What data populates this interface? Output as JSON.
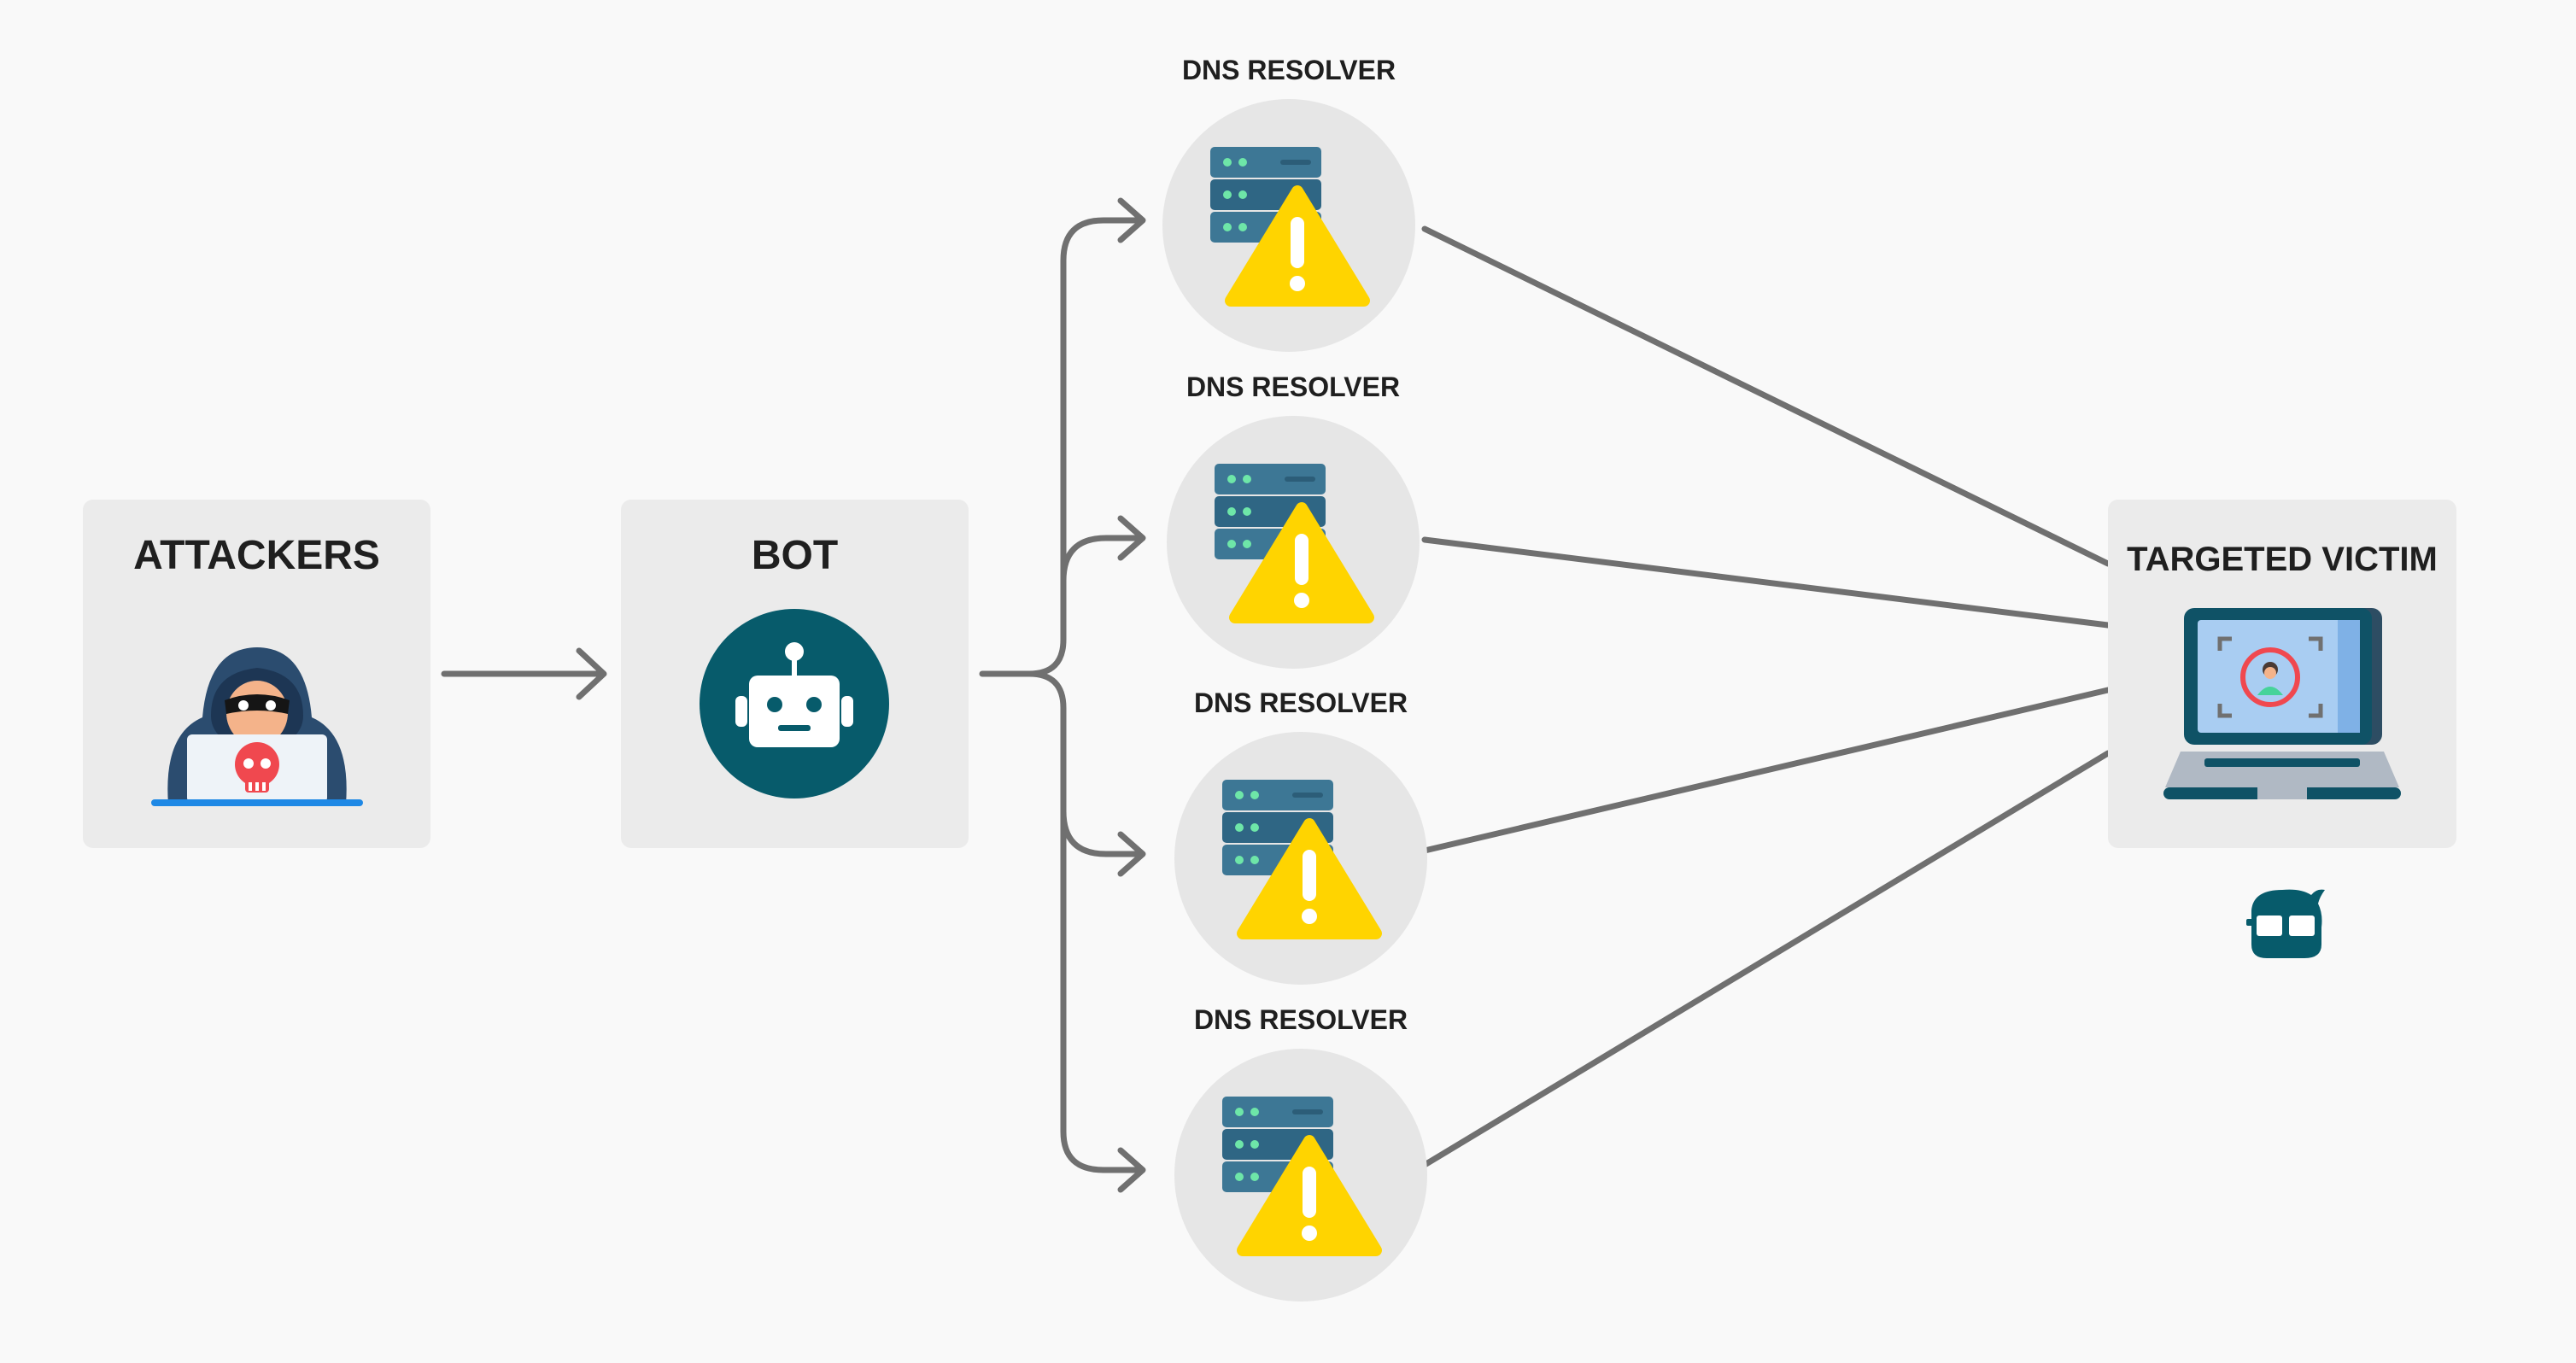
{
  "diagram": {
    "attackers": {
      "title": "ATTACKERS",
      "icon": "hooded-hacker-icon"
    },
    "bot": {
      "title": "BOT",
      "icon": "robot-icon"
    },
    "resolvers": [
      {
        "label": "DNS RESOLVER",
        "icon": "server-warning-icon"
      },
      {
        "label": "DNS RESOLVER",
        "icon": "server-warning-icon"
      },
      {
        "label": "DNS RESOLVER",
        "icon": "server-warning-icon"
      },
      {
        "label": "DNS RESOLVER",
        "icon": "server-warning-icon"
      }
    ],
    "victim": {
      "title": "TARGETED VICTIM",
      "icon": "targeted-laptop-icon"
    },
    "logo": "nerd-glasses-logo"
  },
  "colors": {
    "background": "#f9f9f9",
    "card": "#ebebeb",
    "connector": "#707070",
    "teal": "#075b6b",
    "warning": "#ffd400",
    "server": "#3d7795",
    "hood": "#2b4c6f",
    "skull": "#f0484f"
  }
}
